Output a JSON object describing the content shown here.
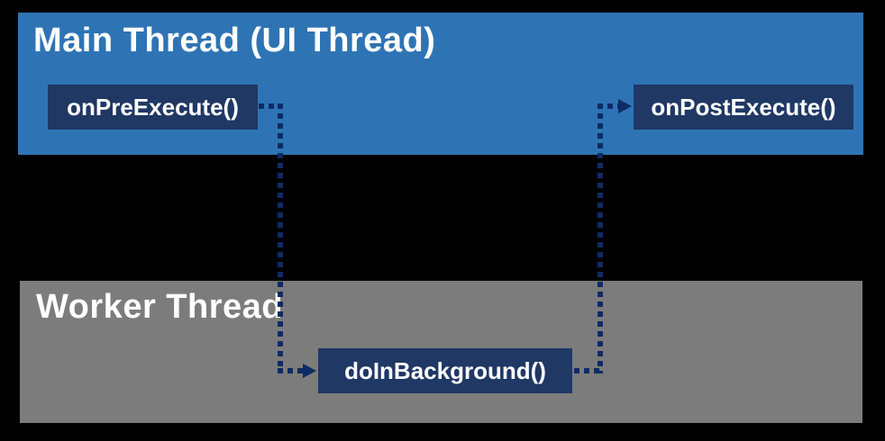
{
  "colors": {
    "background": "#000000",
    "lane-main": "#2E74B5",
    "lane-worker": "#7C7C7C",
    "node": "#1F3864",
    "connector": "#0D2B66",
    "text": "#FFFFFF"
  },
  "diagram": {
    "lanes": [
      {
        "id": "main-thread",
        "label": "Main Thread (UI Thread)"
      },
      {
        "id": "worker-thread",
        "label": "Worker Thread"
      }
    ],
    "nodes": [
      {
        "id": "onPreExecute",
        "label": "onPreExecute()",
        "lane": "main-thread"
      },
      {
        "id": "doInBackground",
        "label": "doInBackground()",
        "lane": "worker-thread"
      },
      {
        "id": "onPostExecute",
        "label": "onPostExecute()",
        "lane": "main-thread"
      }
    ],
    "edges": [
      {
        "from": "onPreExecute",
        "to": "doInBackground",
        "style": "dotted-arrow"
      },
      {
        "from": "doInBackground",
        "to": "onPostExecute",
        "style": "dotted-arrow"
      }
    ]
  }
}
